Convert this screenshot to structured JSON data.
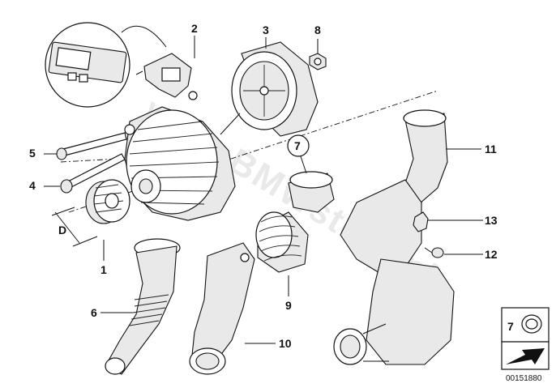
{
  "diagram": {
    "watermark": "www.BMWstore.pl",
    "labels": {
      "p1": "1",
      "p2": "2",
      "p3": "3",
      "p4": "4",
      "p5": "5",
      "p6": "6",
      "p7": "7",
      "p8": "8",
      "p9": "9",
      "p10": "10",
      "p11": "11",
      "p12": "12",
      "p13": "13"
    },
    "dimension_label": "D",
    "legend_box_number": "7",
    "reference_number": "00151880"
  }
}
